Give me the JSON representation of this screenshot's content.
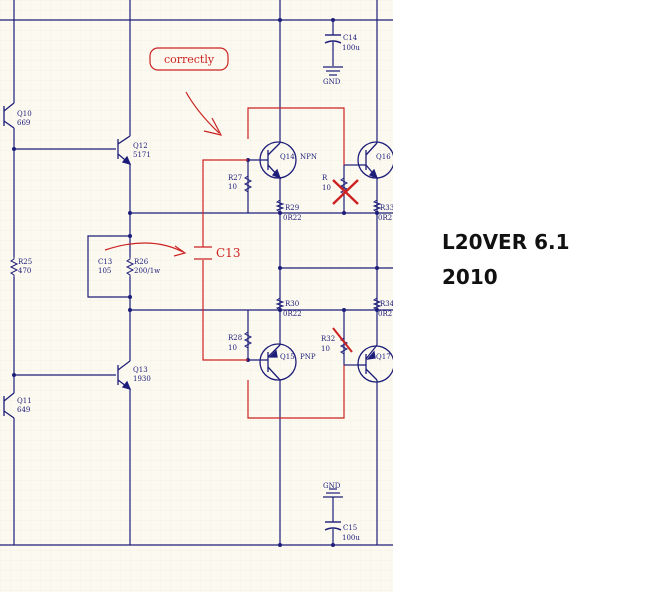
{
  "colors": {
    "background": "#fcfaf0",
    "grid": "#ece9dc",
    "wire": "#1d1d7a",
    "annotation": "#cc2222",
    "text": "#1d1d7a"
  },
  "annotation": {
    "note": "correctly",
    "c13_label": "C13"
  },
  "components": {
    "q10": {
      "ref": "Q10",
      "value": "669"
    },
    "q11": {
      "ref": "Q11",
      "value": "649"
    },
    "q12": {
      "ref": "Q12",
      "value": "5171"
    },
    "q13": {
      "ref": "Q13",
      "value": "1930"
    },
    "q14": {
      "ref": "Q14",
      "type": "NPN"
    },
    "q15": {
      "ref": "Q15",
      "type": "PNP"
    },
    "q16": {
      "ref": "Q16"
    },
    "q17": {
      "ref": "Q17"
    },
    "r25": {
      "ref": "R25",
      "value": "470"
    },
    "r26": {
      "ref": "R26",
      "value": "200/1w"
    },
    "c13": {
      "ref": "C13",
      "value": "105"
    },
    "r27": {
      "ref": "R27",
      "value": "10"
    },
    "r28": {
      "ref": "R28",
      "value": "10"
    },
    "r29": {
      "ref": "R29",
      "value": "0R22"
    },
    "r30": {
      "ref": "R30",
      "value": "0R22"
    },
    "r31": {
      "ref": "R",
      "value": "10"
    },
    "r32": {
      "ref": "R32",
      "value": "10"
    },
    "r33": {
      "ref": "R33",
      "value": "0R2"
    },
    "r34": {
      "ref": "R34",
      "value": "0R2"
    },
    "c14": {
      "ref": "C14",
      "value": "100u"
    },
    "c15": {
      "ref": "C15",
      "value": "100u"
    },
    "gnd_top": "GND",
    "gnd_bottom": "GND"
  },
  "side": {
    "title": "L20VER 6.1",
    "year": "2010"
  }
}
